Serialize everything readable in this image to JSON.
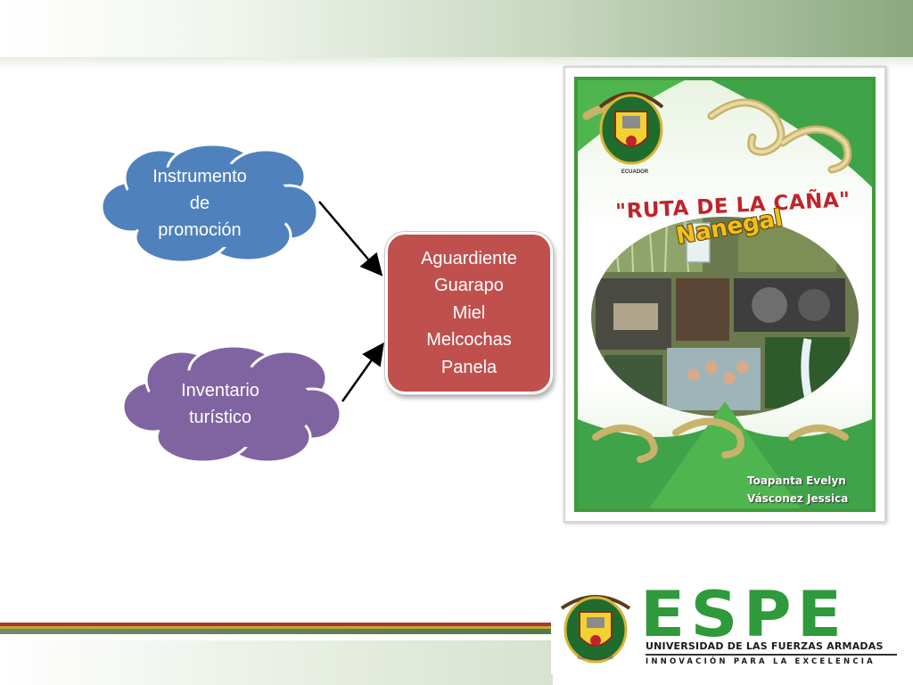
{
  "diagram": {
    "cloud_promotion": {
      "lines": [
        "Instrumento",
        "de",
        "promoción"
      ],
      "color": "#4f81bd"
    },
    "cloud_inventory": {
      "lines": [
        "Inventario",
        "turístico"
      ],
      "color": "#8064a2"
    },
    "products": {
      "items": [
        "Aguardiente",
        "Guarapo",
        "Miel",
        "Melcochas",
        "Panela"
      ],
      "color": "#c0504d"
    }
  },
  "poster": {
    "seal_label": "ECUADOR",
    "title": "\"RUTA DE LA CAÑA\"",
    "subtitle": "Nanegal",
    "authors": [
      "Toapanta Evelyn",
      "Vásconez Jessica"
    ],
    "accent": "#3e9b3a"
  },
  "footer": {
    "logo_word": "ESPE",
    "university": "UNIVERSIDAD DE LAS FUERZAS ARMADAS",
    "motto": "INNOVACIÓN PARA LA EXCELENCIA",
    "crest_label": "ESPE ECUADOR",
    "brand_green": "#2f9a3b"
  }
}
